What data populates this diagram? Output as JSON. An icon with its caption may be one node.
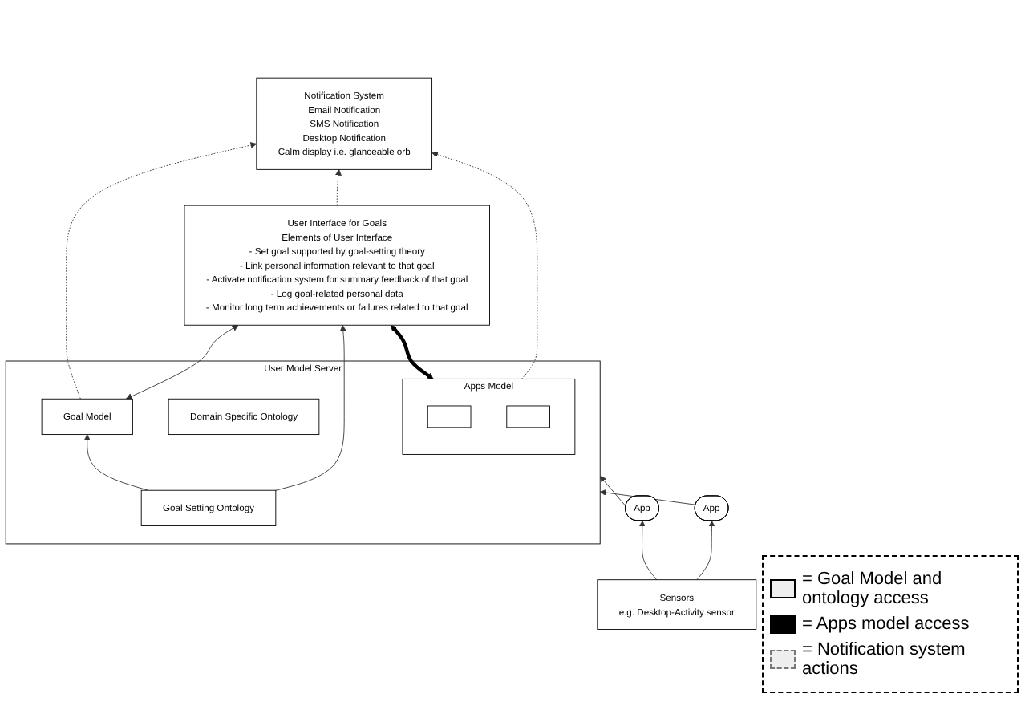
{
  "diagram": {
    "nodes": [
      {
        "text": [
          "User Interface for Goals",
          "Elements of User Interface",
          "- Set goal supported by goal-setting theory",
          "- Link personal information relevant to that goal",
          "- Activate notification system for summary feedback of that goal",
          "- Log goal-related personal data",
          "- Monitor long term achievements or failures related to that goal"
        ]
      },
      {
        "text": [
          "User Model Server"
        ]
      },
      {
        "text": [
          "Goal Setting Ontology"
        ],
        "in": 1
      },
      {
        "text": [
          "Domain Specific Ontology"
        ],
        "in": 1
      },
      {
        "text": [
          "Goal Model"
        ],
        "in": 1
      },
      {
        "text": [
          "Apps Model"
        ],
        "in": 1
      },
      {
        "text": [],
        "shape": "box",
        "in": 5
      },
      {
        "text": [],
        "shape": "box",
        "in": 5
      },
      {
        "text": [
          "Notification System",
          "Email Notification",
          "SMS Notification",
          "Desktop Notification",
          "Calm display i.e. glanceable orb"
        ]
      },
      {
        "text": [
          "App"
        ]
      },
      {
        "text": [
          "App"
        ]
      },
      {
        "text": [
          "Sensors",
          "e.g. Desktop-Activity sensor"
        ]
      }
    ],
    "edges": [
      {
        "from": 2,
        "to": 0,
        "arrow": "to"
      },
      {
        "from": 4,
        "to": 0,
        "arrow": "both"
      },
      {
        "from": 2,
        "to": 4,
        "arrow": "to"
      },
      {
        "from": 0,
        "to": 8,
        "arrow": "to",
        "style": "dashed"
      },
      {
        "from": 4,
        "to": 8,
        "arrow": "to",
        "style": "dashed"
      },
      {
        "from": 5,
        "to": 8,
        "arrow": "to",
        "style": "dashed"
      },
      {
        "from": 5,
        "to": 0,
        "arrow": "both",
        "style": "thick",
        "color": "#000000"
      },
      {
        "from": 9,
        "to": 1,
        "arrow": "to"
      },
      {
        "from": 10,
        "to": 1,
        "arrow": "to"
      },
      {
        "from": 11,
        "to": 9,
        "arrow": "to"
      },
      {
        "from": 11,
        "to": 10,
        "arrow": "to"
      }
    ],
    "legend": [
      {
        "text": "= Goal Model and ontology access"
      },
      {
        "text": "= Apps model access",
        "color": "#000000"
      },
      {
        "text": "= Notification system actions"
      }
    ]
  }
}
